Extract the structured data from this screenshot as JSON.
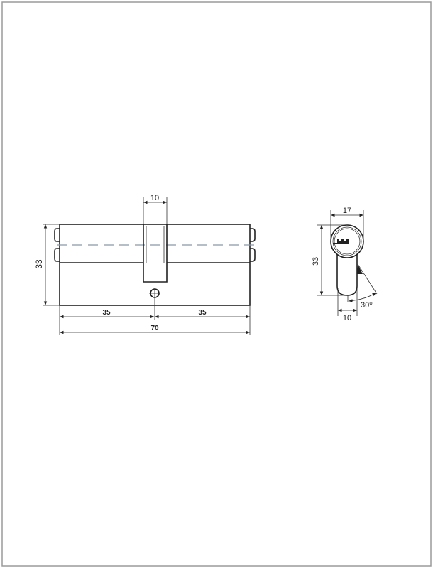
{
  "drawing": {
    "front_view": {
      "dim_height": "33",
      "dim_cam_width": "10",
      "dim_left": "35",
      "dim_right": "35",
      "dim_total": "70"
    },
    "side_view": {
      "dim_width": "17",
      "dim_height": "33",
      "dim_bottom": "10",
      "dim_angle": "30⁰"
    }
  }
}
